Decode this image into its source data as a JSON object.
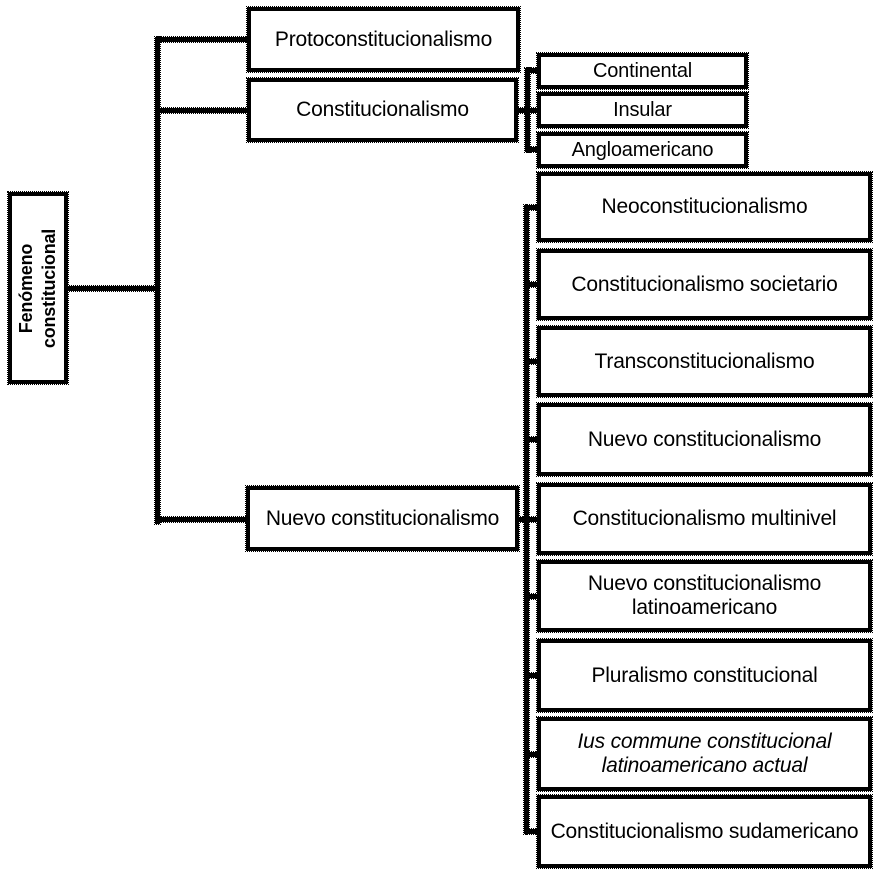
{
  "colors": {
    "line": "#000000",
    "box_background": "#ffffff",
    "text": "#000000",
    "page_background": "#ffffff"
  },
  "tree": {
    "root": {
      "label": "Fenómeno constitucional",
      "line1": "Fenómeno",
      "line2": "constitucional"
    },
    "branches": {
      "proto": {
        "label": "Protoconstitucionalismo"
      },
      "consti": {
        "label": "Constitucionalismo"
      },
      "nuevo": {
        "label": "Nuevo constitucionalismo"
      }
    },
    "consti_children": [
      "Continental",
      "Insular",
      "Angloamericano"
    ],
    "nuevo_children": [
      "Neoconstitucionalismo",
      "Constitucionalismo societario",
      "Transconstitucionalismo",
      "Nuevo constitucionalismo",
      "Constitucionalismo multinivel",
      "Nuevo constitucionalismo latinoamericano",
      "Pluralismo constitucional",
      "Ius commune constitucional latinoamericano actual",
      "Constitucionalismo sudamericano"
    ]
  }
}
